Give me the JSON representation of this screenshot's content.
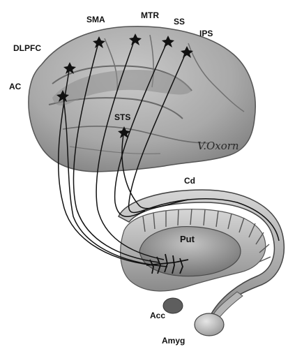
{
  "labels": {
    "sma": "SMA",
    "mtr": "MTR",
    "ss": "SS",
    "ips": "IPS",
    "dlpfc": "DLPFC",
    "ac": "AC",
    "sts": "STS",
    "cd": "Cd",
    "put": "Put",
    "acc": "Acc",
    "amyg": "Amyg"
  },
  "signature": "V.Oxorn"
}
